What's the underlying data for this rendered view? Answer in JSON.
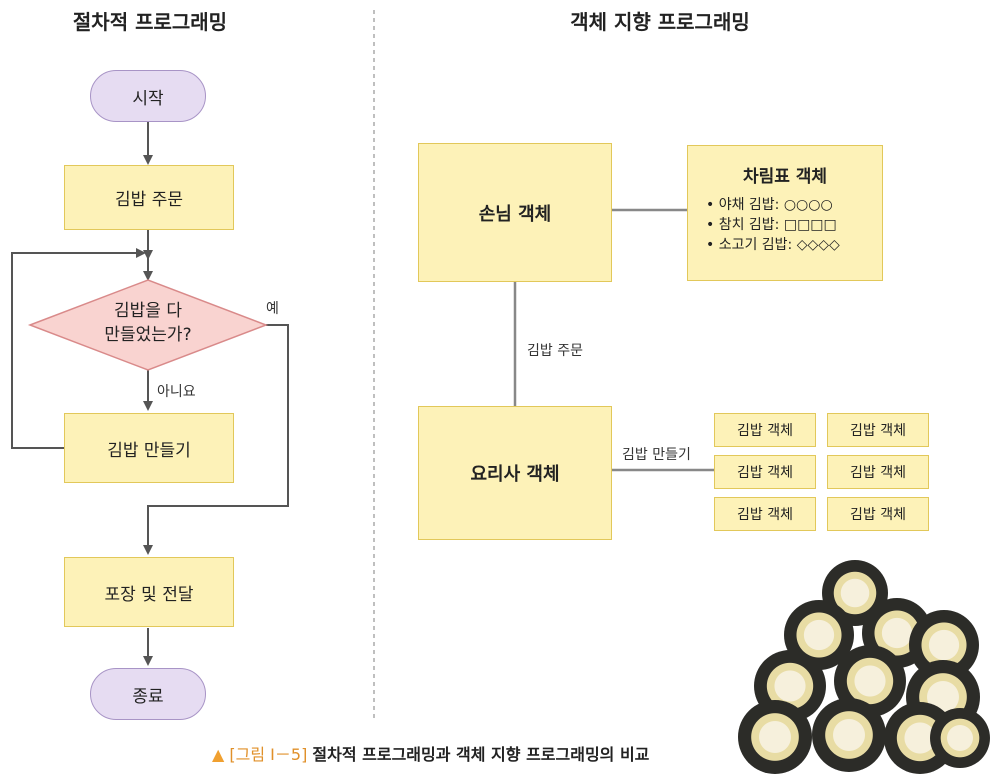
{
  "left": {
    "title": "절차적 프로그래밍",
    "start": "시작",
    "order": "김밥 주문",
    "decision_line1": "김밥을 다",
    "decision_line2": "만들었는가?",
    "yes": "예",
    "no": "아니요",
    "make": "김밥 만들기",
    "pack": "포장 및 전달",
    "end": "종료"
  },
  "right": {
    "title": "객체 지향 프로그래밍",
    "customer": "손님 객체",
    "menu_title": "차림표 객체",
    "menu_items": [
      "• 야채 김밥: ○○○○",
      "• 참치 김밥: □□□□",
      "• 소고기 김밥: ◇◇◇◇"
    ],
    "order_label": "김밥 주문",
    "chef": "요리사 객체",
    "make_label": "김밥 만들기",
    "kimbap_objects": [
      "김밥 객체",
      "김밥 객체",
      "김밥 객체",
      "김밥 객체",
      "김밥 객체",
      "김밥 객체"
    ]
  },
  "caption": {
    "marker": "▲",
    "figure_ref": "[그림 Ⅰ－5]",
    "text": "절차적 프로그래밍과 객체 지향 프로그래밍의 비교"
  },
  "colors": {
    "object_fill": "#fdf2b8",
    "object_border": "#e2c85a",
    "terminal_fill": "#e6dcf2",
    "decision_fill": "#f9d3d0",
    "caption_marker": "#f0a030"
  }
}
